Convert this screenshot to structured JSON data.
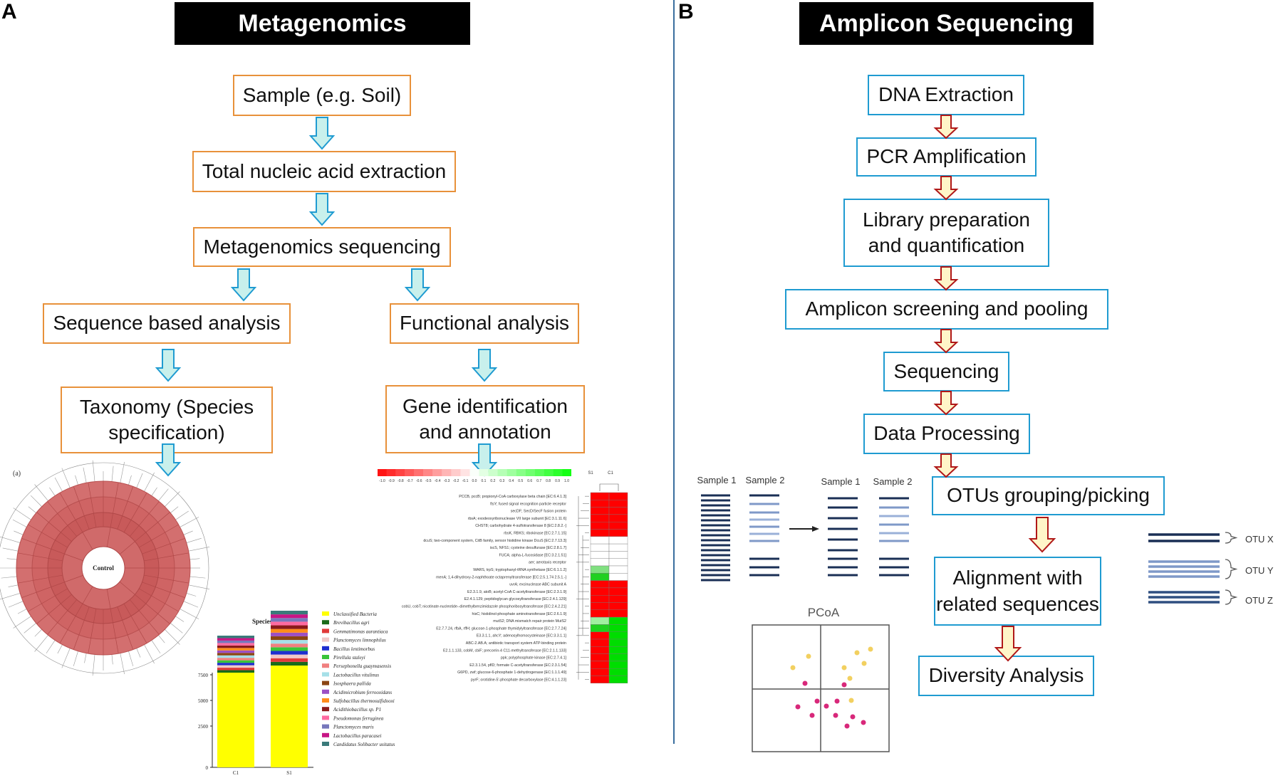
{
  "panels": {
    "a": {
      "letter": "A",
      "title": "Metagenomics",
      "boxes": [
        "Sample (e.g. Soil)",
        "Total nucleic acid extraction",
        "Metagenomics sequencing",
        "Sequence based analysis",
        "Functional analysis",
        "Taxonomy (Species\nspecification)",
        "Gene identification\nand annotation"
      ],
      "krona": {
        "label": "(a)",
        "center": "Control"
      },
      "bar_chart": {
        "title": "Species",
        "categories": [
          "C1",
          "S1"
        ],
        "yticks": [
          "7500",
          "5000",
          "2500",
          "0"
        ],
        "legend": [
          "Unclassified Bacteria",
          "Brevibacillus agri",
          "Gemmatimonas aurantiaca",
          "Planctomyces limnophilus",
          "Bacillus lentimorbus",
          "Pirellula staleyi",
          "Persephonella guaymasensis",
          "Lactobacillus vitulinus",
          "Isosphaera pallida",
          "Acidimicrobium ferrooxidans",
          "Sulfobacillus thermosulfidooxi",
          "Acidithiobacillus sp. P1",
          "Pseudomonas ferruginea",
          "Planctomyces maris",
          "Lactobacillus paracasei",
          "Candidatus Solibacter usitatus"
        ],
        "colors": [
          "#ffff00",
          "#1a6b1a",
          "#e03a3a",
          "#f0c8c8",
          "#1f2fd0",
          "#39c439",
          "#f08080",
          "#a6e0e8",
          "#8b4513",
          "#9b4fc4",
          "#ff8c1a",
          "#8b1a1a",
          "#ff6aa0",
          "#7777bb",
          "#c71585",
          "#3a7a7a"
        ]
      },
      "heatmap": {
        "columns": [
          "S1",
          "C1"
        ],
        "scale": [
          "-1.0",
          "-0.9",
          "-0.8",
          "-0.7",
          "-0.6",
          "-0.5",
          "-0.4",
          "-0.3",
          "-0.2",
          "-0.1",
          "0.0",
          "0.1",
          "0.2",
          "0.3",
          "0.4",
          "0.5",
          "0.6",
          "0.7",
          "0.8",
          "0.9",
          "1.0"
        ],
        "rows": [
          "PCCB, pccB; propionyl-CoA carboxylase beta chain [EC:6.4.1.3]",
          "ftsY; fused signal recognition particle receptor",
          "secDF; SecD/SecF fusion protein",
          "rbsA; exodeoxyribonuclease VII large subunit [EC:3.1.11.6]",
          "CHST8; carbohydrate 4-sulfotransferase 8 [EC:2.8.2.-]",
          "rbsK, RBKS; ribokinase [EC:2.7.1.15]",
          "dcuS; two-component system, CitB family, sensor histidine kinase DcuS [EC:2.7.13.3]",
          "iscS, NFS1; cysteine desulfurase [EC:2.8.1.7]",
          "FUCA; alpha-L-fucosidase [EC:3.2.1.51]",
          "aer; aerotaxis receptor",
          "WARS, trpS; tryptophanyl-tRNA synthetase [EC:6.1.1.2]",
          "menA; 1,4-dihydroxy-2-naphthoate octaprenyltransferase [EC:2.5.1.74 2.5.1.-]",
          "uvrA; excinuclease ABC subunit A",
          "E2.3.1.9, atoB; acetyl-CoA C-acetyltransferase [EC:2.3.1.9]",
          "E2.4.1.129; peptidoglycan glycosyltransferase [EC:2.4.1.129]",
          "cobU, cobT; nicotinate-nucleotide--dimethylbenzimidazole phosphoribosyltransferase [EC:2.4.2.21]",
          "hisC; histidinol-phosphate aminotransferase [EC:2.6.1.9]",
          "mutS2; DNA mismatch repair protein MutS2",
          "E2.7.7.24, rfbA, rffH; glucose-1-phosphate thymidylyltransferase [EC:2.7.7.24]",
          "E3.3.1.1, ahcY; adenosylhomocysteinase [EC:3.3.1.1]",
          "ABC-2.AB.A; antibiotic transport system ATP-binding protein",
          "E2.1.1.133, cobM, cbiF; precorrin-4 C11-methyltransferase [EC:2.1.1.133]",
          "ppk; polyphosphate kinase [EC:2.7.4.1]",
          "E2.3.1.54, pflD; formate C-acetyltransferase [EC:2.3.1.54]",
          "G6PD, zwf; glucose-6-phosphate 1-dehydrogenase [EC:1.1.1.49]",
          "pyrF; orotidine-5'-phosphate decarboxylase [EC:4.1.1.23]"
        ]
      }
    },
    "b": {
      "letter": "B",
      "title": "Amplicon Sequencing",
      "boxes": [
        "DNA Extraction",
        "PCR Amplification",
        "Library preparation\nand quantification",
        "Amplicon screening and pooling",
        "Sequencing",
        "Data Processing",
        "OTUs grouping/picking",
        "Alignment with\nrelated sequences",
        "Diversity Analysis"
      ],
      "sample_labels": [
        "Sample 1",
        "Sample 2",
        "Sample 1",
        "Sample 2"
      ],
      "otu_labels": [
        "OTU X",
        "OTU Y",
        "OTU Z"
      ],
      "pcoa_title": "PCoA"
    }
  },
  "colors": {
    "orange_border": "#e8913a",
    "blue_border": "#1f9bd1",
    "teal_arrow_fill": "#c8f0ec",
    "teal_arrow_stroke": "#1f9bd1",
    "red_arrow_fill": "#fff5c8",
    "red_arrow_stroke": "#b01818"
  }
}
